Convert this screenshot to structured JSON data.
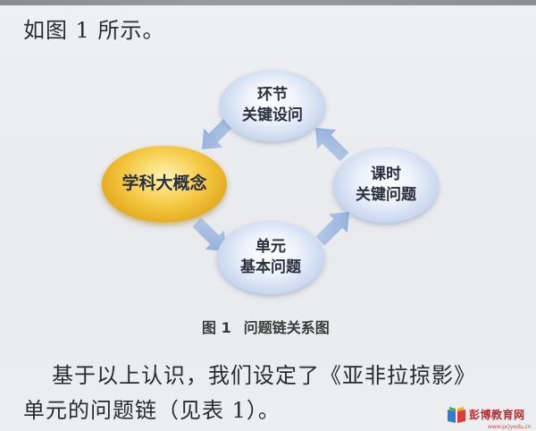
{
  "text": {
    "line_top": "如图 1 所示。",
    "para_1": "基于以上认识，我们设定了《亚非拉掠影》",
    "para_2": "单元的问题链（见表 1）。"
  },
  "diagram": {
    "nodes": {
      "top": [
        "环节",
        "关键设问"
      ],
      "left": [
        "学科大概念"
      ],
      "right": [
        "课时",
        "关键问题"
      ],
      "bottom": [
        "单元",
        "基本问题"
      ]
    },
    "caption": {
      "label": "图 1",
      "title": "问题链关系图"
    },
    "colors": {
      "blue_node": "#c9d7ef",
      "gold_node": "#f5c842",
      "arrow": "#9fb8df"
    }
  },
  "watermark": {
    "text": "彭博教育网",
    "url": "www.pcjyedu.cn"
  }
}
